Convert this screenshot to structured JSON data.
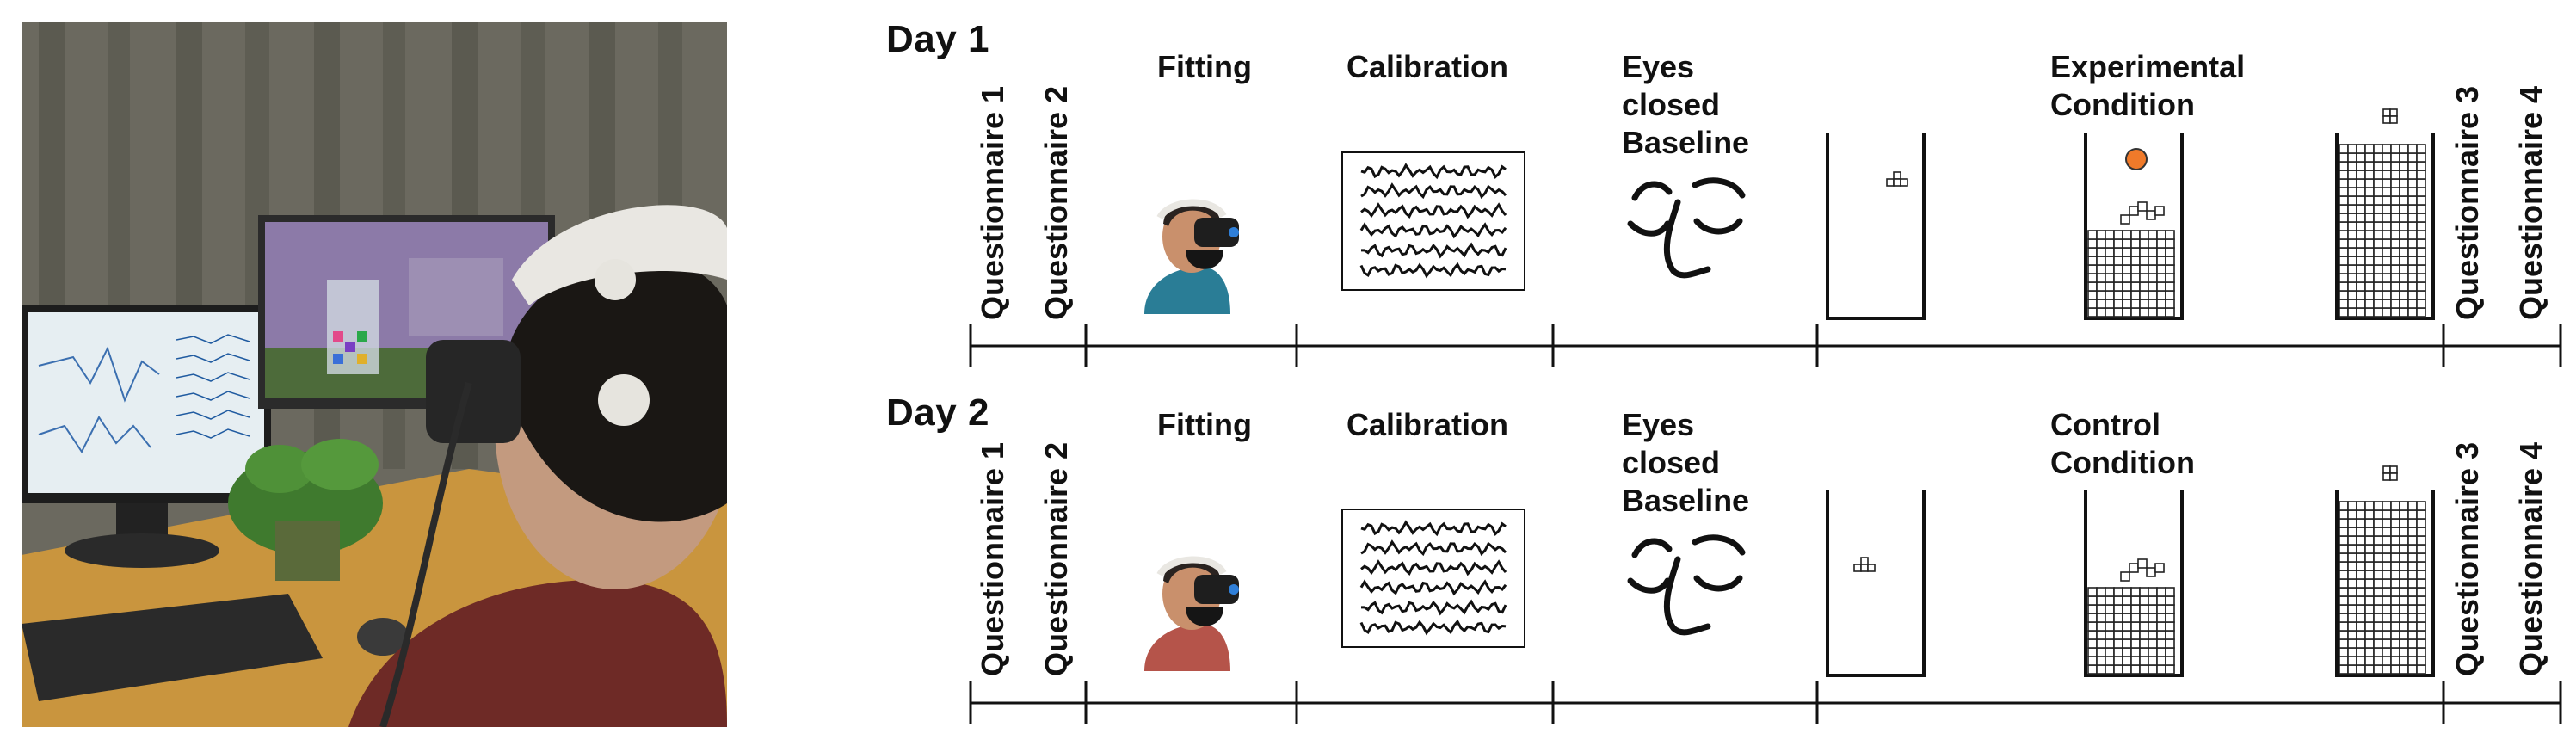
{
  "days": [
    {
      "title": "Day 1",
      "questionnaires_before": [
        "Questionnaire 1",
        "Questionnaire 2"
      ],
      "phases": {
        "fitting": "Fitting",
        "calibration": "Calibration",
        "baseline": [
          "Eyes",
          "closed",
          "Baseline"
        ],
        "condition": [
          "Experimental",
          "Condition"
        ]
      },
      "questionnaires_after": [
        "Questionnaire 3",
        "Questionnaire 4"
      ],
      "person_shirt_color": "#2a7d96"
    },
    {
      "title": "Day 2",
      "questionnaires_before": [
        "Questionnaire 1",
        "Questionnaire 2"
      ],
      "phases": {
        "fitting": "Fitting",
        "calibration": "Calibration",
        "baseline": [
          "Eyes",
          "closed",
          "Baseline"
        ],
        "condition": [
          "Control",
          "Condition"
        ]
      },
      "questionnaires_after": [
        "Questionnaire 3",
        "Questionnaire 4"
      ],
      "person_shirt_color": "#b5544a"
    }
  ],
  "colors": {
    "ball": "#f07a2a",
    "photo_wall": "#6e6c60",
    "photo_desk": "#c9953e"
  }
}
